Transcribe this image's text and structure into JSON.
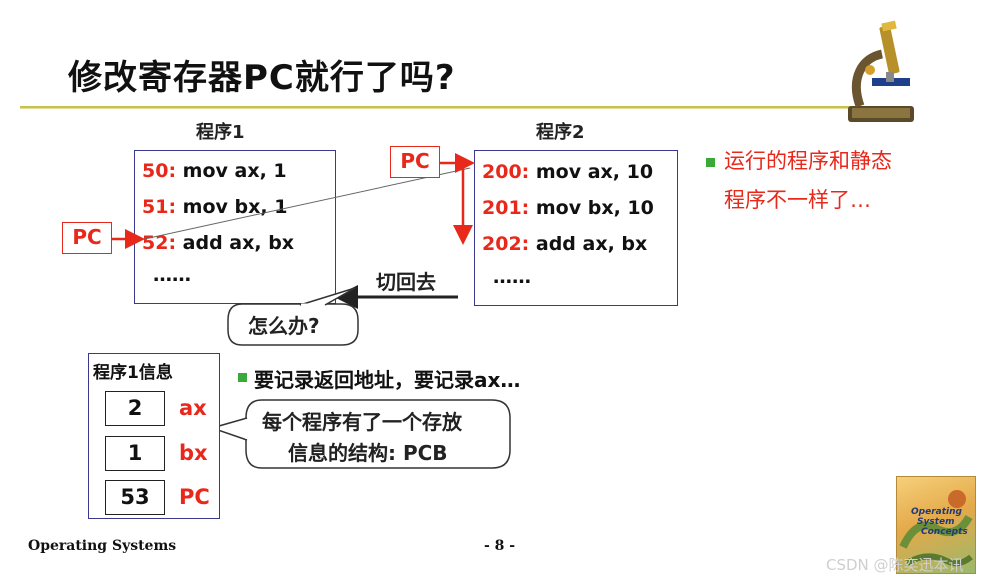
{
  "title": "修改寄存器PC就行了吗?",
  "program1": {
    "label": "程序1",
    "lines": [
      {
        "addr": "50:",
        "code": " mov ax, 1"
      },
      {
        "addr": "51:",
        "code": " mov bx, 1"
      },
      {
        "addr": "52:",
        "code": " add ax, bx"
      },
      {
        "addr": "",
        "code": "……"
      }
    ]
  },
  "program2": {
    "label": "程序2",
    "lines": [
      {
        "addr": "200:",
        "code": "  mov ax, 10"
      },
      {
        "addr": "201:",
        "code": "  mov bx, 10"
      },
      {
        "addr": "202:",
        "code": " add ax, bx"
      },
      {
        "addr": "",
        "code": "……"
      }
    ]
  },
  "pc_label": "PC",
  "switch_back_label": "切回去",
  "question_callout": "怎么办?",
  "bullet1": {
    "line1": "运行的程序和静态",
    "line2": "程序不一样了…"
  },
  "bullet2": "要记录返回地址，要记录ax…",
  "info_box": {
    "label": "程序1信息",
    "rows": [
      {
        "value": "2",
        "reg": "ax"
      },
      {
        "value": "1",
        "reg": "bx"
      },
      {
        "value": "53",
        "reg": "PC"
      }
    ]
  },
  "pcb_callout": {
    "line1": "每个程序有了一个存放",
    "line2": "信息的结构: PCB"
  },
  "footer": {
    "course": "Operating Systems",
    "page": "- 8 -"
  },
  "watermark": "CSDN @陈奕迅本讯",
  "book_cover": {
    "line1": "Operating",
    "line2": "System",
    "line3": "Concepts"
  },
  "colors": {
    "accent_red": "#e8281b",
    "box_border": "#3a3a8c",
    "bullet_green": "#3aa93a",
    "rule": "#c8c24a"
  },
  "icons": [
    "microscope-icon",
    "dinosaur-book-icon"
  ]
}
